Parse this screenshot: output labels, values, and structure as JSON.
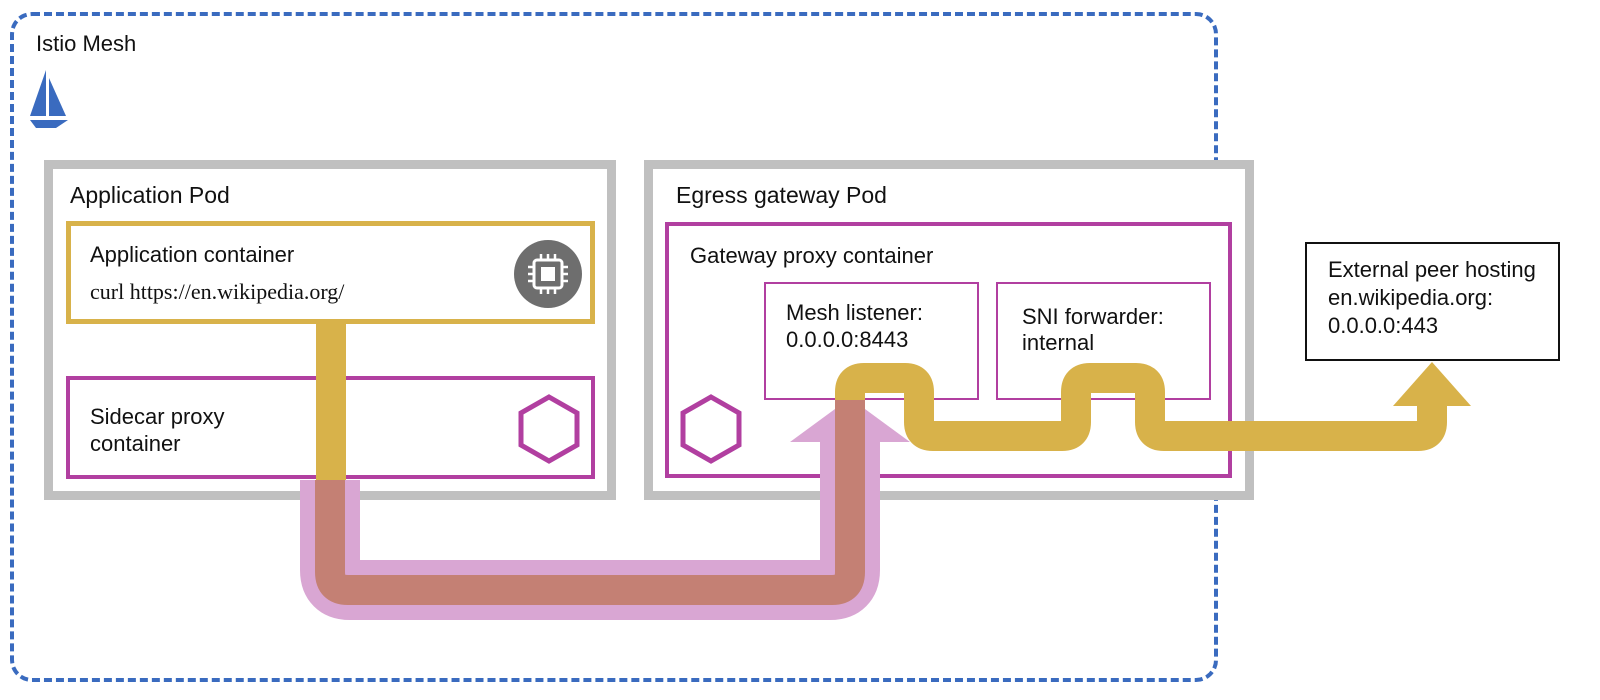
{
  "mesh": {
    "title": "Istio Mesh"
  },
  "app_pod": {
    "title": "Application Pod",
    "app_container": {
      "title": "Application container",
      "command": "curl https://en.wikipedia.org/"
    },
    "sidecar": {
      "title_line1": "Sidecar proxy",
      "title_line2": "container"
    }
  },
  "egress_pod": {
    "title": "Egress gateway Pod",
    "gateway_container": {
      "title": "Gateway proxy container"
    },
    "mesh_listener": {
      "line1": "Mesh listener:",
      "line2": "0.0.0.0:8443"
    },
    "sni_forwarder": {
      "line1": "SNI forwarder:",
      "line2": "internal"
    }
  },
  "external_peer": {
    "line1": "External peer hosting",
    "line2": "en.wikipedia.org:",
    "line3": "0.0.0.0:443"
  },
  "colors": {
    "mesh_border": "#3a6bbf",
    "pod_border": "#c0c0c0",
    "app_container_border": "#d8b24a",
    "proxy_border": "#b13fa0",
    "http_flow": "#d8b24a",
    "mtls_flow": "#d9a6d3",
    "overlap_flow": "#c48074"
  },
  "icons": [
    "istio-sail-icon",
    "chip-icon",
    "hexagon-icon"
  ]
}
